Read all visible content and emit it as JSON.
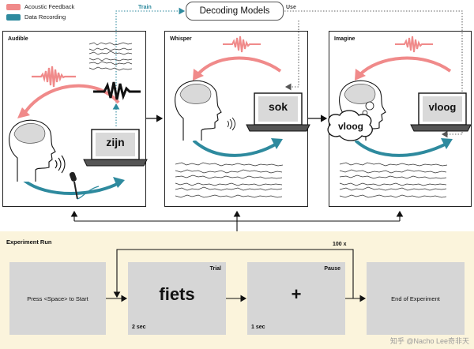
{
  "legend": {
    "items": [
      {
        "label": "Acoustic Feedback",
        "color": "#f08a8a"
      },
      {
        "label": "Data Recording",
        "color": "#2e8a9e"
      }
    ]
  },
  "decoding": {
    "title": "Decoding Models",
    "train_label": "Train",
    "use_label": "Use"
  },
  "panels": [
    {
      "title": "Audible",
      "word": "zijn"
    },
    {
      "title": "Whisper",
      "word": "sok"
    },
    {
      "title": "Imagine",
      "word": "vloog",
      "bubble": "vloog"
    }
  ],
  "run": {
    "title": "Experiment Run",
    "repeat": "100 x",
    "stages": [
      {
        "text": "Press <Space> to Start"
      },
      {
        "text": "fiets",
        "corner": "Trial",
        "duration": "2 sec"
      },
      {
        "text": "+",
        "corner": "Pause",
        "duration": "1 sec"
      },
      {
        "text": "End of Experiment"
      }
    ]
  },
  "watermark": "知乎 @Nacho Lee奇非天",
  "colors": {
    "feedback": "#f08a8a",
    "recording": "#2e8a9e",
    "run_bg": "#fbf4dc",
    "stage_bg": "#d6d6d6"
  }
}
